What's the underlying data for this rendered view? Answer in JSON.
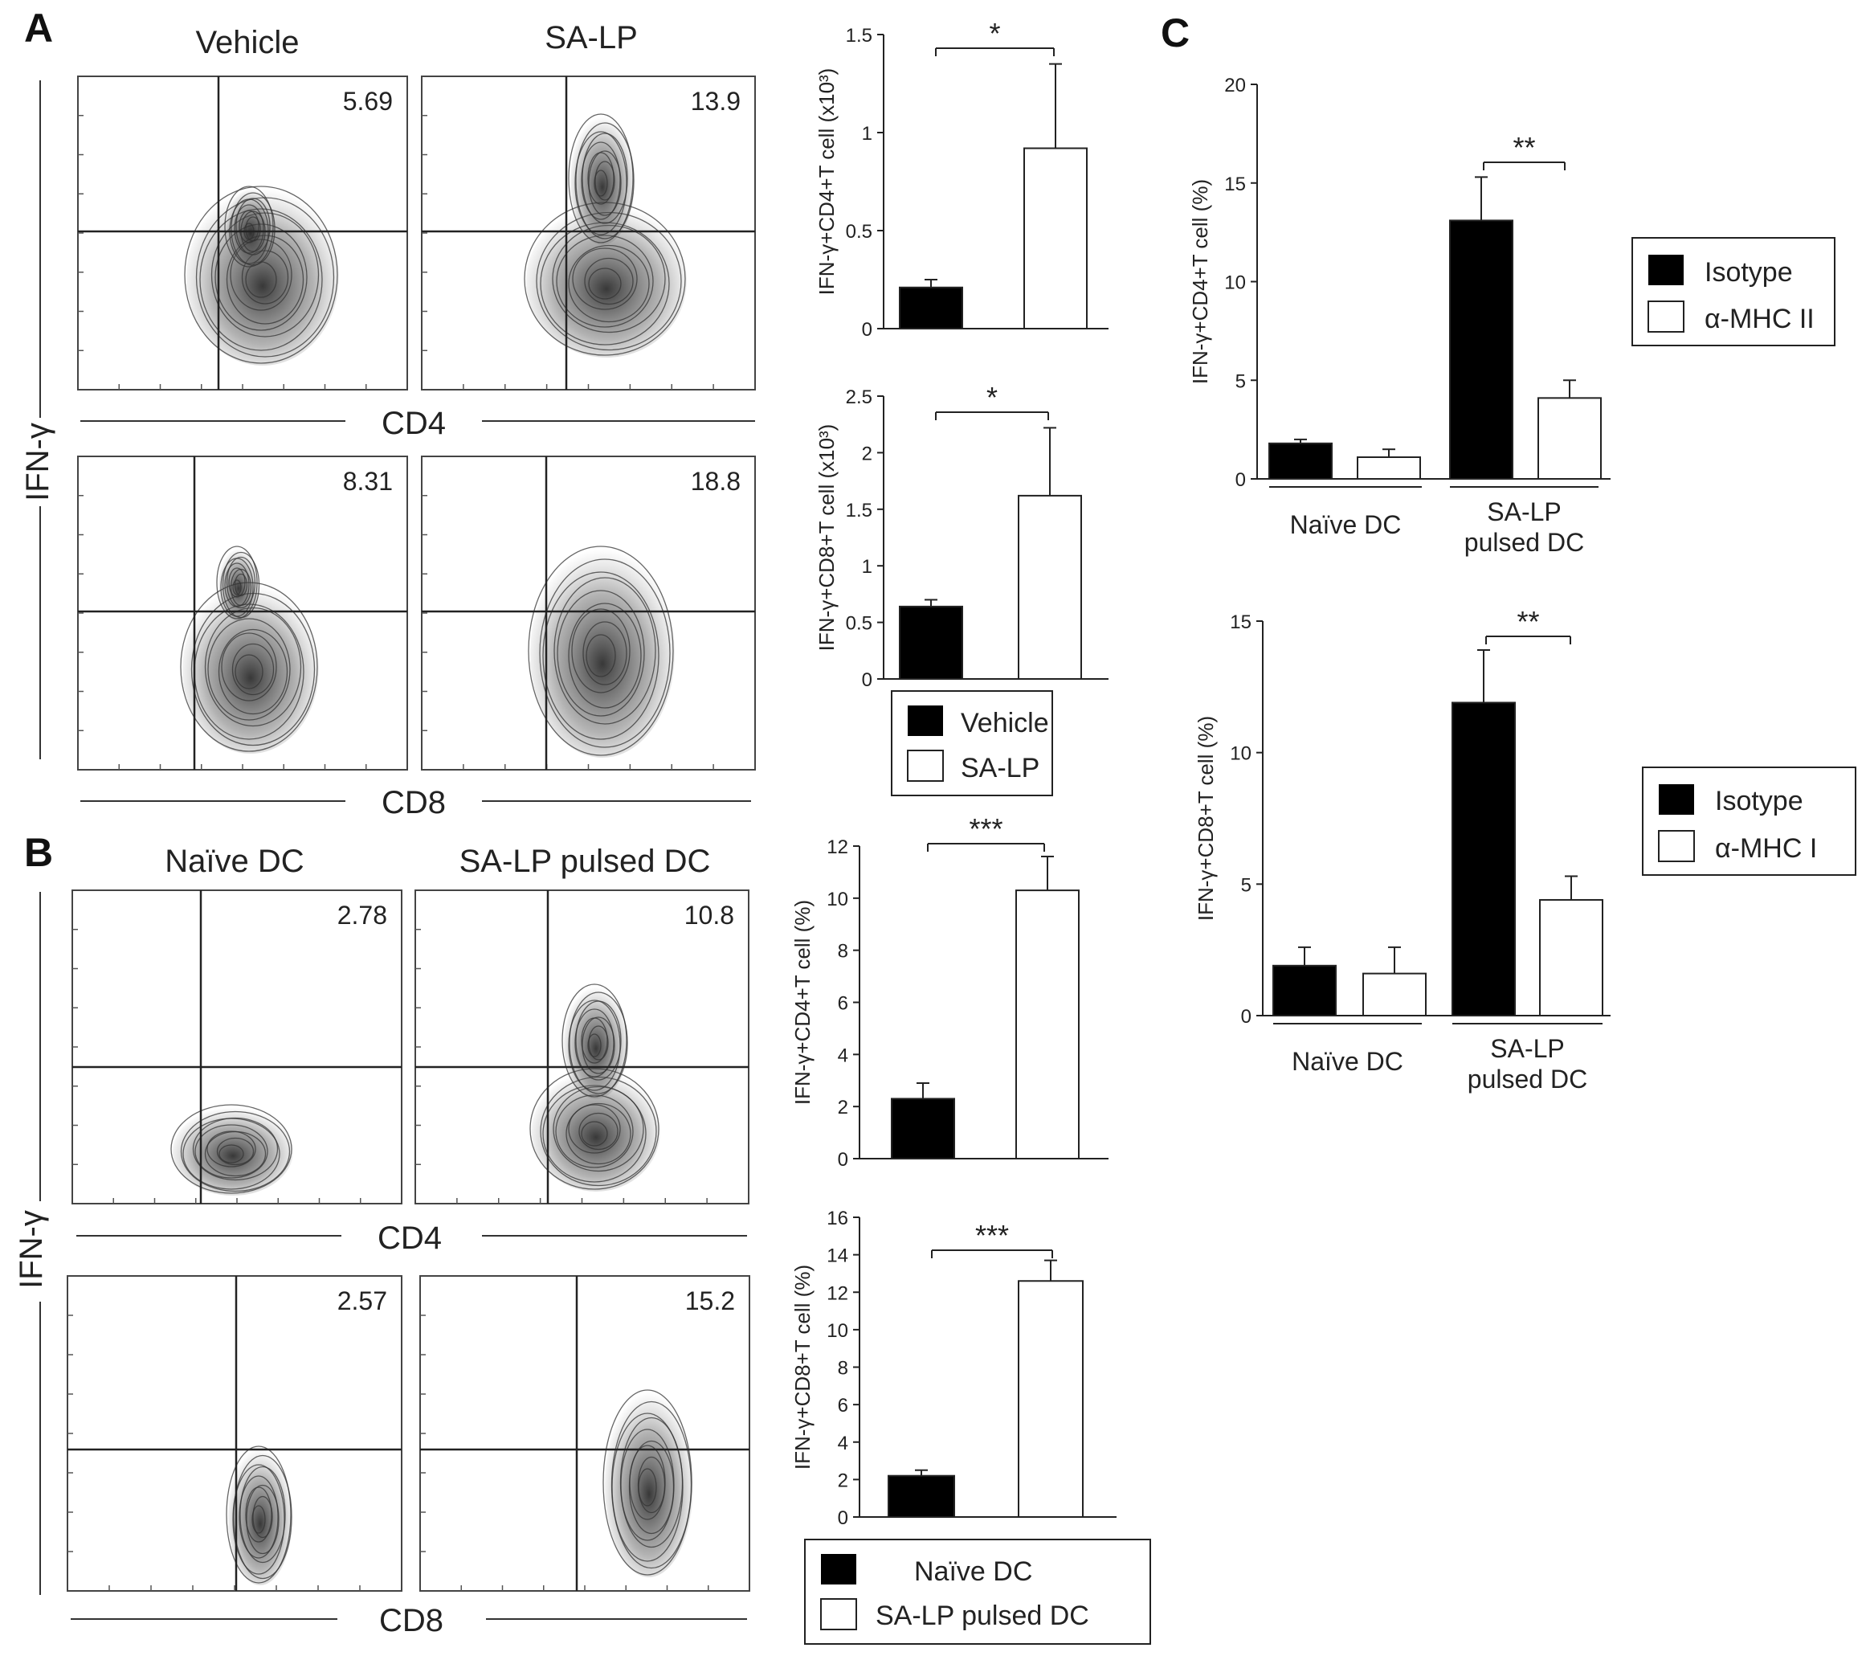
{
  "panels": {
    "a": "A",
    "b": "B",
    "c": "C"
  },
  "axis_text": {
    "ifn": "IFN-γ",
    "cd4": "CD4",
    "cd8": "CD8"
  },
  "headers": {
    "a_left": "Vehicle",
    "a_right": "SA-LP",
    "b_left": "Naïve DC",
    "b_right": "SA-LP pulsed DC"
  },
  "flow_values": {
    "a_cd4_vehicle": "5.69",
    "a_cd4_salp": "13.9",
    "a_cd8_vehicle": "8.31",
    "a_cd8_salp": "18.8",
    "b_cd4_naive": "2.78",
    "b_cd4_pulsed": "10.8",
    "b_cd8_naive": "2.57",
    "b_cd8_pulsed": "15.2"
  },
  "legends": {
    "a": [
      "Vehicle",
      "SA-LP"
    ],
    "b": [
      "Naïve DC",
      "SA-LP pulsed DC"
    ],
    "c1": [
      "Isotype",
      "α-MHC II"
    ],
    "c2": [
      "Isotype",
      "α-MHC I"
    ]
  },
  "colors": {
    "filled_bar": "#000000",
    "open_bar": "#ffffff",
    "stroke": "#222222"
  },
  "chart_data": [
    {
      "id": "a-cd4",
      "type": "bar",
      "ylabel": "IFN-γ+CD4+T cell (x10³)",
      "ylim": [
        0,
        1.5
      ],
      "yticks": [
        0,
        0.5,
        1,
        1.5
      ],
      "categories": [
        "Vehicle",
        "SA-LP"
      ],
      "values": [
        0.21,
        0.92
      ],
      "errors": [
        0.04,
        0.43
      ],
      "fills": [
        "filled",
        "open"
      ],
      "significance": "*"
    },
    {
      "id": "a-cd8",
      "type": "bar",
      "ylabel": "IFN-γ+CD8+T cell (x10³)",
      "ylim": [
        0,
        2.5
      ],
      "yticks": [
        0,
        0.5,
        1,
        1.5,
        2,
        2.5
      ],
      "categories": [
        "Vehicle",
        "SA-LP"
      ],
      "values": [
        0.64,
        1.62
      ],
      "errors": [
        0.06,
        0.6
      ],
      "fills": [
        "filled",
        "open"
      ],
      "significance": "*"
    },
    {
      "id": "b-cd4",
      "type": "bar",
      "ylabel": "IFN-γ+CD4+T cell (%)",
      "ylim": [
        0,
        12
      ],
      "yticks": [
        0,
        2,
        4,
        6,
        8,
        10,
        12
      ],
      "categories": [
        "Naïve DC",
        "SA-LP pulsed DC"
      ],
      "values": [
        2.3,
        10.3
      ],
      "errors": [
        0.6,
        1.3
      ],
      "fills": [
        "filled",
        "open"
      ],
      "significance": "***"
    },
    {
      "id": "b-cd8",
      "type": "bar",
      "ylabel": "IFN-γ+CD8+T cell (%)",
      "ylim": [
        0,
        16
      ],
      "yticks": [
        0,
        2,
        4,
        6,
        8,
        10,
        12,
        14,
        16
      ],
      "categories": [
        "Naïve DC",
        "SA-LP pulsed DC"
      ],
      "values": [
        2.2,
        12.6
      ],
      "errors": [
        0.3,
        1.1
      ],
      "fills": [
        "filled",
        "open"
      ],
      "significance": "***"
    },
    {
      "id": "c-cd4",
      "type": "bar",
      "ylabel": "IFN-γ+CD4+T cell (%)",
      "ylim": [
        0,
        20
      ],
      "yticks": [
        0,
        5,
        10,
        15,
        20
      ],
      "groups": [
        "Naïve DC",
        "SA-LP pulsed DC"
      ],
      "series": [
        {
          "name": "Isotype",
          "values": [
            1.8,
            13.1
          ],
          "errors": [
            0.2,
            2.2
          ]
        },
        {
          "name": "α-MHC II",
          "values": [
            1.1,
            4.1
          ],
          "errors": [
            0.4,
            0.9
          ]
        }
      ],
      "significance": "**"
    },
    {
      "id": "c-cd8",
      "type": "bar",
      "ylabel": "IFN-γ+CD8+T cell (%)",
      "ylim": [
        0,
        15
      ],
      "yticks": [
        0,
        5,
        10,
        15
      ],
      "groups": [
        "Naïve DC",
        "SA-LP pulsed DC"
      ],
      "series": [
        {
          "name": "Isotype",
          "values": [
            1.9,
            11.9
          ],
          "errors": [
            0.7,
            2.0
          ]
        },
        {
          "name": "α-MHC I",
          "values": [
            1.6,
            4.4
          ],
          "errors": [
            1.0,
            0.9
          ]
        }
      ],
      "significance": "**"
    }
  ]
}
